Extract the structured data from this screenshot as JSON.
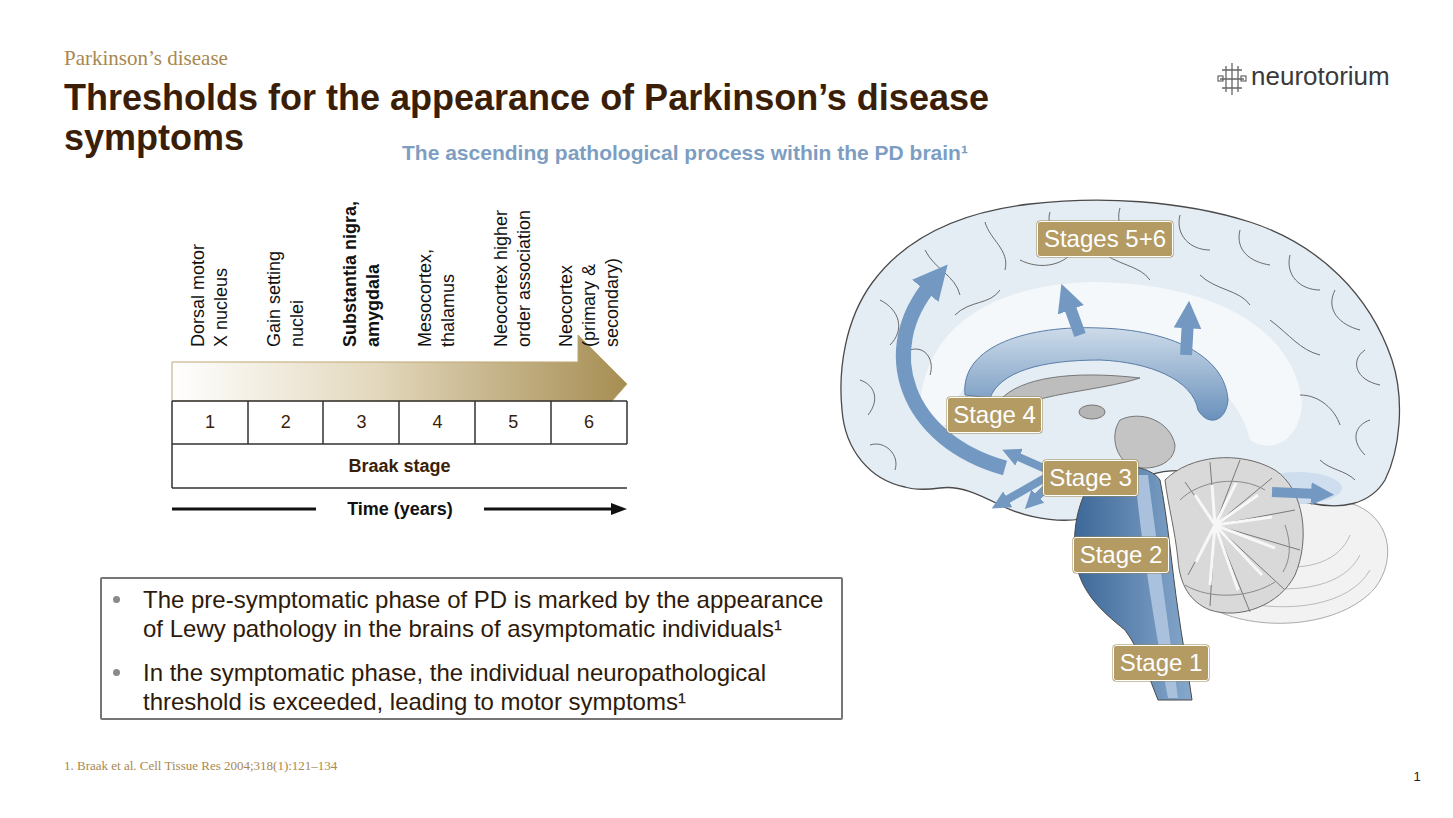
{
  "diagram": {
    "title": "Thresholds for the appearance of Parkinson’s disease symptoms",
    "nodes": [
      {
        "text": [
          "The pre-symptomatic phase of PD is marked by the appearance of Lewy pathology in the brains of asymptomatic individuals¹",
          "In the symptomatic phase, the individual neuropathological threshold is exceeded, leading to motor symptoms¹"
        ]
      },
      {
        "text": [
          "Stages 5+6"
        ]
      },
      {
        "text": [
          "Stage 4"
        ]
      },
      {
        "text": [
          "Stage 3"
        ]
      },
      {
        "text": [
          "Stage 2"
        ]
      },
      {
        "text": [
          "Stage 1"
        ]
      }
    ],
    "labels": [
      "Parkinson’s disease",
      "neurotorium",
      "The ascending pathological process within the PD brain¹",
      "Dorsal motor X nucleus",
      "Gain setting nuclei",
      "Substantia nigra, amygdala",
      "Mesocortex, thalamus",
      "Neocortex higher order association",
      "Neocortex (primary & secondary)",
      "1",
      "2",
      "3",
      "4",
      "5",
      "6",
      "Braak stage",
      "Time (years)",
      "1. Braak et al. Cell Tissue Res 2004;318(1):121–134",
      "1"
    ]
  }
}
